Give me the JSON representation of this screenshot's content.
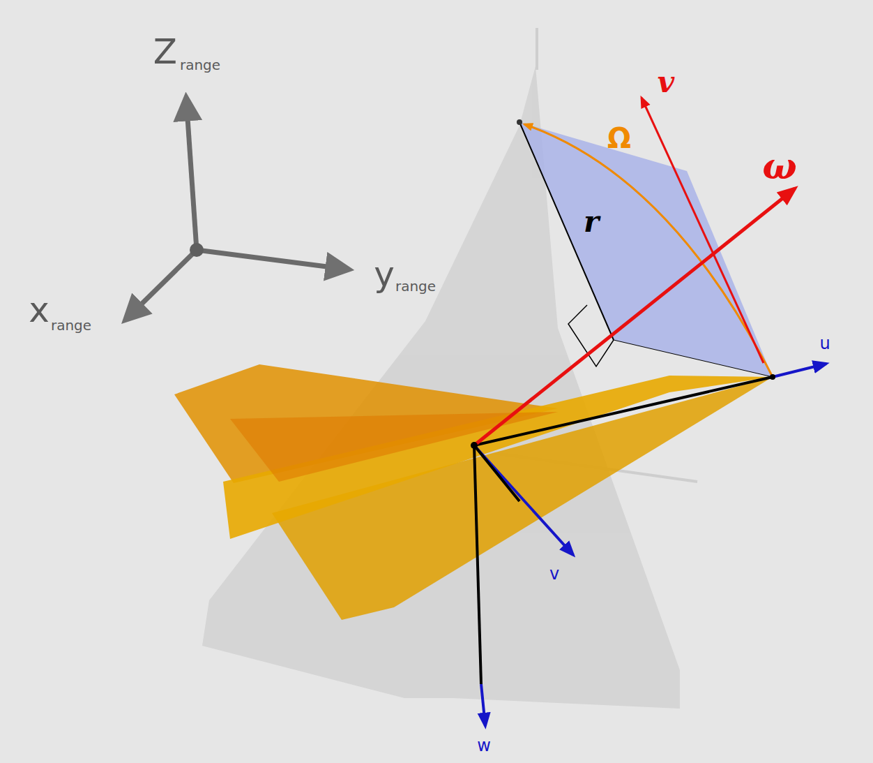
{
  "diagram": {
    "labels": [
      "Z",
      "range",
      "y",
      "range",
      "x",
      "range",
      "Ω",
      "v",
      "ω",
      "r",
      "u",
      "v",
      "w"
    ]
  }
}
